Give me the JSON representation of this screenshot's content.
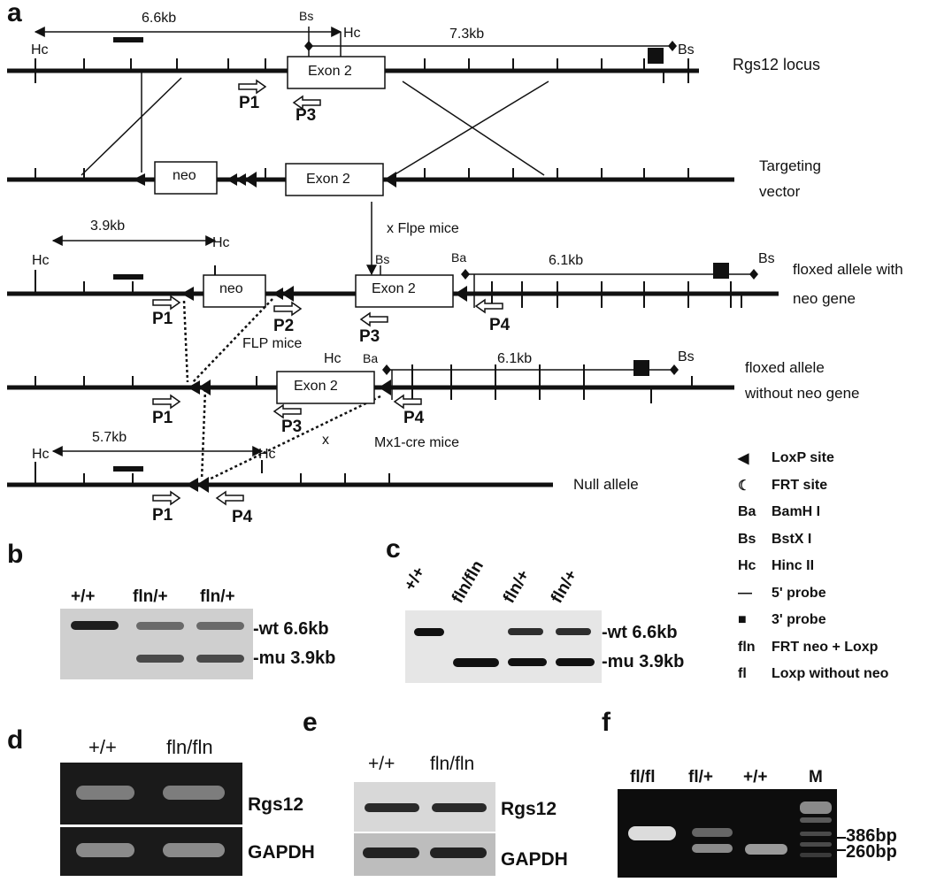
{
  "panel_a": {
    "letter": "a",
    "top_dist": "6.6kb",
    "top_dist2": "7.3kb",
    "row_labels": {
      "rgs12": "Rgs12 locus",
      "tv1": "Targeting",
      "tv2": "vector",
      "fln1": "floxed allele with",
      "fln2": "neo gene",
      "fl1": "floxed allele",
      "fl2": "without neo gene",
      "null": "Null allele"
    },
    "exon": "Exon 2",
    "neo": "neo",
    "mid_dist": "3.9kb",
    "mid_dist2": "6.1kb",
    "fl_dist": "6.1kb",
    "null_dist": "5.7kb",
    "flpe": "x  Flpe mice",
    "flp": "FLP mice",
    "mx1": "Mx1-cre mice",
    "cross_x": "x",
    "hc": "Hc",
    "bs": "Bs",
    "ba": "Ba",
    "p1": "P1",
    "p2": "P2",
    "p3": "P3",
    "p4": "P4"
  },
  "legend": [
    {
      "sym": "◀",
      "text": "LoxP site"
    },
    {
      "sym": "☾",
      "text": "FRT site"
    },
    {
      "sym": "Ba",
      "text": "BamH I"
    },
    {
      "sym": "Bs",
      "text": "BstX I"
    },
    {
      "sym": "Hc",
      "text": "Hinc II"
    },
    {
      "sym": "—",
      "text": "5' probe"
    },
    {
      "sym": "■",
      "text": "3' probe"
    },
    {
      "sym": "fln",
      "text": "FRT neo + Loxp"
    },
    {
      "sym": "fl",
      "text": "Loxp without neo"
    }
  ],
  "panel_b": {
    "letter": "b",
    "lanes": [
      "+/+",
      "fln/+",
      "fln/+"
    ],
    "wt": "-wt 6.6kb",
    "mu": "-mu 3.9kb"
  },
  "panel_c": {
    "letter": "c",
    "lanes": [
      "+/+",
      "fln/fln",
      "fln/+",
      "fln/+"
    ],
    "wt": "-wt 6.6kb",
    "mu": "-mu 3.9kb"
  },
  "panel_d": {
    "letter": "d",
    "lanes": [
      "+/+",
      "fln/fln"
    ],
    "rows": [
      "Rgs12",
      "GAPDH"
    ]
  },
  "panel_e": {
    "letter": "e",
    "lanes": [
      "+/+",
      "fln/fln"
    ],
    "rows": [
      "Rgs12",
      "GAPDH"
    ]
  },
  "panel_f": {
    "letter": "f",
    "lanes": [
      "fl/fl",
      "fl/+",
      "+/+",
      "M"
    ],
    "sizes": [
      "386bp",
      "260bp"
    ]
  }
}
